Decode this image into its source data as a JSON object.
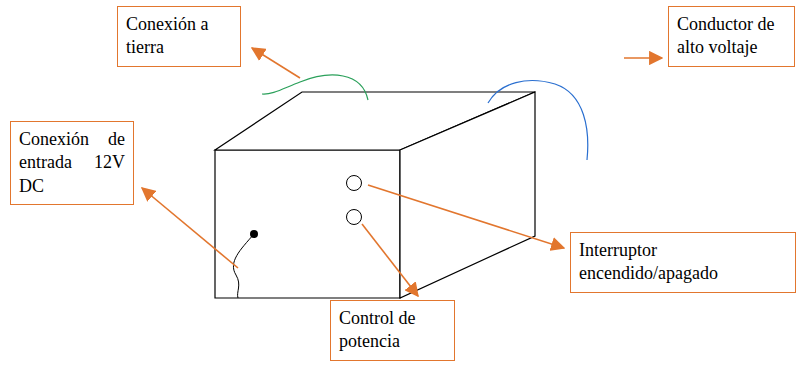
{
  "diagram": {
    "nodes": [
      {
        "text": [
          "Conexión a tierra"
        ]
      },
      {
        "text": [
          "Conductor de alto voltaje"
        ]
      },
      {
        "text": [
          "Conexión de entrada 12V DC"
        ]
      },
      {
        "text": [
          "Interruptor encendido/apagado"
        ]
      },
      {
        "text": [
          "Control de potencia"
        ]
      }
    ]
  }
}
